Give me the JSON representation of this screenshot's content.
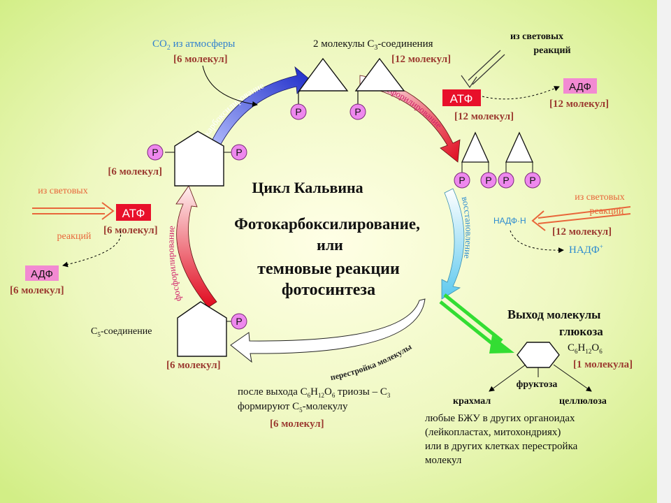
{
  "title": {
    "line1": "Цикл Кальвина",
    "line2": "Фотокарбоксилирование,",
    "line3": "или",
    "line4": "темновые реакции",
    "line5": "фотосинтеза"
  },
  "co2": {
    "prefix": "CO",
    "sub": "2",
    "suffix": " из атмосферы",
    "count": "[6 молекул]"
  },
  "c3": {
    "label_prefix": "2 молекулы С",
    "label_sub": "3",
    "label_suffix": "-соединения",
    "count": "[12 молекул]"
  },
  "light_top": {
    "line1": "из световых",
    "line2": "реакций"
  },
  "atf_right": {
    "label": "АТФ",
    "count": "[12 молекул]"
  },
  "adf_right": {
    "label": "АДФ",
    "count": "[12 молекул]"
  },
  "light_right": {
    "line1": "из световых",
    "line2": "реакций",
    "nadph": "НАДФ·Н",
    "count": "[12 молекул]",
    "nadp": "НАДФ",
    "nadp_sup": "+"
  },
  "light_left": {
    "line1": "из световых",
    "line2": "реакций"
  },
  "atf_left": {
    "label": "АТФ",
    "count": "[6 молекул]"
  },
  "adf_left": {
    "label": "АДФ",
    "count": "[6 молекул]"
  },
  "ribulose": {
    "count": "[6 молекул]"
  },
  "c5": {
    "label_prefix": "С",
    "label_sub": "5",
    "label_suffix": "-соединение",
    "count": "[6 молекул]"
  },
  "arcs": {
    "carboxylation": "карбоксилирование",
    "phosphorylation_right": "фосфорилирование",
    "reduction": "восстановление",
    "phosphorylation_left": "фосфорилирование",
    "rearrangement": "перестройка молекулы"
  },
  "phosphate": "Р",
  "glucose": {
    "exit_bold": "Выход",
    "exit_rest": " молекулы",
    "glucose_word": "глюкоза",
    "formula_parts": [
      "С",
      "6",
      "Н",
      "12",
      "О",
      "6"
    ],
    "count": "[1 молекула]",
    "fructose": "фруктоза",
    "starch": "крахмал",
    "cellulose": "целлюлоза"
  },
  "bottom_note": {
    "line1_a": "после выхода С",
    "line1_s1": "6",
    "line1_b": "Н",
    "line1_s2": "12",
    "line1_c": "О",
    "line1_s3": "6",
    "line1_d": " триозы  – С",
    "line1_s4": "3",
    "line2_a": "формируют С",
    "line2_s": "5",
    "line2_b": "-молекулу",
    "count": "[6 молекул]"
  },
  "right_note": {
    "line1": "любые БЖУ в других органоидах",
    "line2": "(лейкопластах, митохондриях)",
    "line3": "или в других клетках перестройка",
    "line4": "молекул"
  },
  "colors": {
    "phosphate": "#ee88ee",
    "atf": "#e8102a",
    "adf": "#f28ad2",
    "count": "#9b3a30",
    "co2": "#2f7fcf",
    "light": "#e8663a",
    "carboxylation_arrow": "#2233cc",
    "phosphorylation_arrow": "#e01020",
    "reduction_arrow": "#66ccee",
    "glucose_arrow": "#33dd33"
  }
}
